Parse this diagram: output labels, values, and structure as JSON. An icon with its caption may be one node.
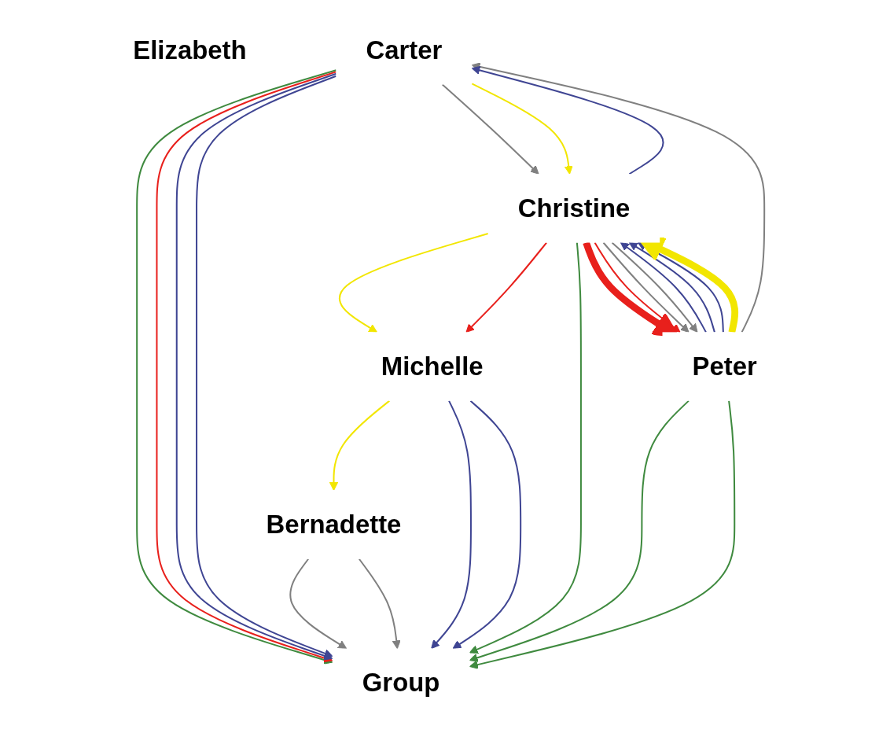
{
  "diagram": {
    "nodes": [
      {
        "text": [
          "Michelle"
        ]
      },
      {
        "text": [
          "Bernadette"
        ]
      },
      {
        "text": [
          "Elizabeth"
        ]
      },
      {
        "text": [
          "Group"
        ]
      },
      {
        "text": [
          "Carter"
        ]
      },
      {
        "text": [
          "Peter"
        ]
      },
      {
        "text": [
          "Christine"
        ]
      }
    ],
    "edges": [
      {
        "from": 0,
        "to": 1,
        "arrow": "to",
        "color": "#f2e600"
      },
      {
        "from": 0,
        "to": 3,
        "arrow": "to"
      },
      {
        "from": 0,
        "to": 3,
        "arrow": "to"
      },
      {
        "from": 1,
        "to": 3,
        "arrow": "to",
        "color": "#808080"
      },
      {
        "from": 1,
        "to": 3,
        "arrow": "to",
        "color": "#808080"
      },
      {
        "from": 6,
        "to": 0,
        "arrow": "to",
        "color": "#f2e600"
      },
      {
        "from": 6,
        "to": 0,
        "arrow": "to",
        "color": "#e8201c"
      },
      {
        "from": 4,
        "to": 3,
        "arrow": "to",
        "color": "#3f8a3f"
      },
      {
        "from": 4,
        "to": 3,
        "arrow": "to",
        "color": "#e8201c"
      },
      {
        "from": 4,
        "to": 3,
        "arrow": "to"
      },
      {
        "from": 4,
        "to": 3,
        "arrow": "to"
      },
      {
        "from": 5,
        "to": 3,
        "arrow": "to",
        "color": "#3f8a3f"
      },
      {
        "from": 5,
        "to": 3,
        "arrow": "to",
        "color": "#3f8a3f"
      },
      {
        "from": 6,
        "to": 3,
        "arrow": "to",
        "color": "#3f8a3f"
      },
      {
        "from": 5,
        "to": 4,
        "arrow": "to",
        "color": "#808080"
      },
      {
        "from": 4,
        "to": 6,
        "arrow": "to",
        "color": "#808080"
      },
      {
        "from": 4,
        "to": 6,
        "arrow": "to",
        "color": "#f2e600"
      },
      {
        "from": 6,
        "to": 4,
        "arrow": "to"
      },
      {
        "from": 6,
        "to": 5,
        "arrow": "to",
        "style": "thick",
        "color": "#e8201c"
      },
      {
        "from": 5,
        "to": 6,
        "arrow": "to"
      },
      {
        "from": 5,
        "to": 6,
        "arrow": "to"
      },
      {
        "from": 6,
        "to": 5,
        "arrow": "to",
        "color": "#e8201c"
      },
      {
        "from": 5,
        "to": 6,
        "arrow": "to"
      },
      {
        "from": 6,
        "to": 5,
        "arrow": "to",
        "color": "#808080"
      },
      {
        "from": 6,
        "to": 5,
        "arrow": "to",
        "color": "#808080"
      },
      {
        "from": 5,
        "to": 6,
        "arrow": "to",
        "style": "thick",
        "color": "#f2e600"
      }
    ]
  }
}
